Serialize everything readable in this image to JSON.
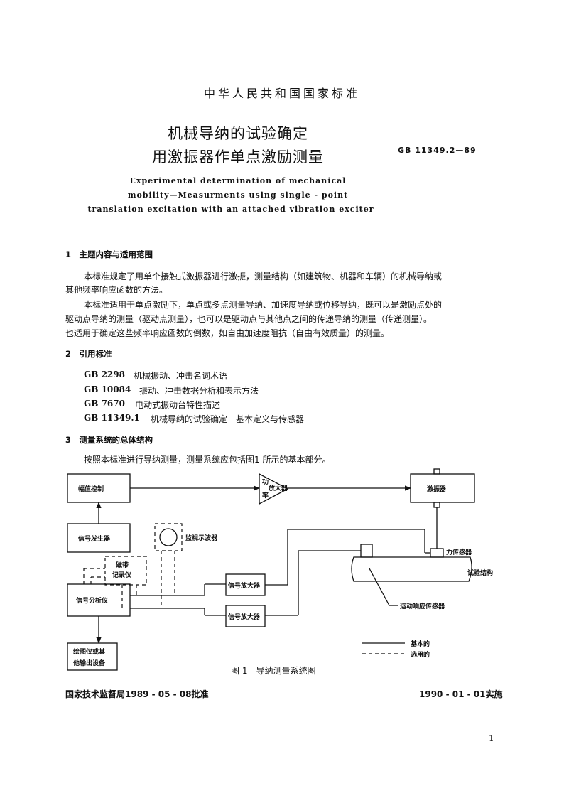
{
  "header": {
    "org": "中华人民共和国国家标准",
    "title_line1": "机械导纳的试验确定",
    "title_line2": "用激振器作单点激励测量",
    "standard_no": "GB 11349.2—89",
    "english_title": [
      "Experimental determination of mechanical",
      "mobility—Measurments using single - point",
      "translation excitation with an attached vibration exciter"
    ]
  },
  "sections": [
    {
      "heading": "1　主题内容与适用范围",
      "paragraphs": [
        [
          "本标准规定了用单个接触式激振器进行激振，测量结构（如建筑物、机器和车辆）的机械导纳或",
          "其他频率响应函数的方法。"
        ],
        [
          "本标准适用于单点激励下，单点或多点测量导纳、加速度导纳或位移导纳，既可以是激励点处的",
          "驱动点导纳的测量（驱动点测量），也可以是驱动点与其他点之间的传递导纳的测量（传递测量）。",
          "也适用于确定这些频率响应函数的倒数，如自由加速度阻抗（自由有效质量）的测量。"
        ]
      ]
    },
    {
      "heading": "2　引用标准",
      "refs": [
        {
          "code": "GB 2298",
          "title": "机械振动、冲击名词术语"
        },
        {
          "code": "GB 10084",
          "title": "振动、冲击数据分析和表示方法"
        },
        {
          "code": "GB 7670",
          "title": "电动式振动台特性描述"
        },
        {
          "code": "GB 11349.1",
          "title": "机械导纳的试验确定　基本定义与传感器"
        }
      ]
    },
    {
      "heading": "3　测量系统的总体结构",
      "paragraphs": [
        [
          "按照本标准进行导纳测量，测量系统应包括图1 所示的基本部分。"
        ]
      ]
    }
  ],
  "figure": {
    "labels": {
      "amplitude_control": "幅值控制",
      "power_amp_1": "功",
      "power_amp_2": "率",
      "power_amp_3": "放大器",
      "exciter": "激振器",
      "signal_generator": "信号发生器",
      "monitor_scope": "监视示波器",
      "force_sensor": "力传感器",
      "tape_recorder_1": "磁带",
      "tape_recorder_2": "记录仪",
      "test_structure": "试验结构",
      "signal_analyzer": "信号分析仪",
      "signal_amp_1": "信号放大器",
      "signal_amp_2": "信号放大器",
      "motion_sensor": "运动响应传感器",
      "plotter_1": "绘图仪或其",
      "plotter_2": "他输出设备",
      "legend_basic": "基本的",
      "legend_optional": "选用的"
    },
    "caption": "图 1　导纳测量系统图"
  },
  "footer": {
    "approval": "国家技术监督局1989 - 05 - 08批准",
    "effective": "1990 - 01 - 01实施",
    "page_number": "1"
  }
}
